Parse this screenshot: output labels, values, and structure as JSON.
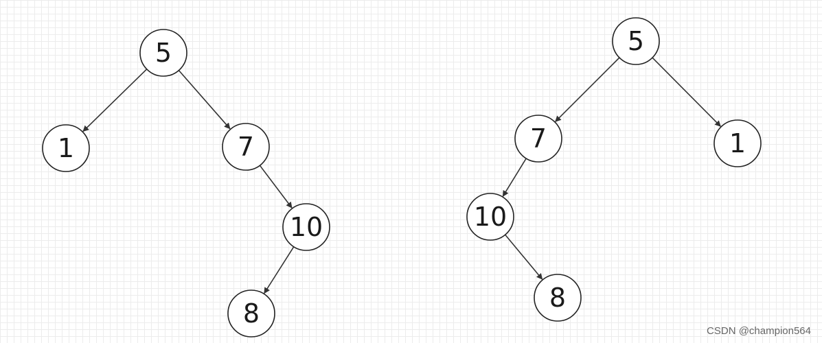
{
  "trees": [
    {
      "name": "left-tree",
      "nodes": [
        {
          "id": "l5",
          "label": "5"
        },
        {
          "id": "l1",
          "label": "1"
        },
        {
          "id": "l7",
          "label": "7"
        },
        {
          "id": "l10",
          "label": "10"
        },
        {
          "id": "l8",
          "label": "8"
        }
      ],
      "edges": [
        [
          "l5",
          "l1"
        ],
        [
          "l5",
          "l7"
        ],
        [
          "l7",
          "l10"
        ],
        [
          "l10",
          "l8"
        ]
      ]
    },
    {
      "name": "right-tree",
      "nodes": [
        {
          "id": "r5",
          "label": "5"
        },
        {
          "id": "r7",
          "label": "7"
        },
        {
          "id": "r1",
          "label": "1"
        },
        {
          "id": "r10",
          "label": "10"
        },
        {
          "id": "r8",
          "label": "8"
        }
      ],
      "edges": [
        [
          "r5",
          "r7"
        ],
        [
          "r5",
          "r1"
        ],
        [
          "r7",
          "r10"
        ],
        [
          "r10",
          "r8"
        ]
      ]
    }
  ],
  "watermark": "CSDN @champion564"
}
